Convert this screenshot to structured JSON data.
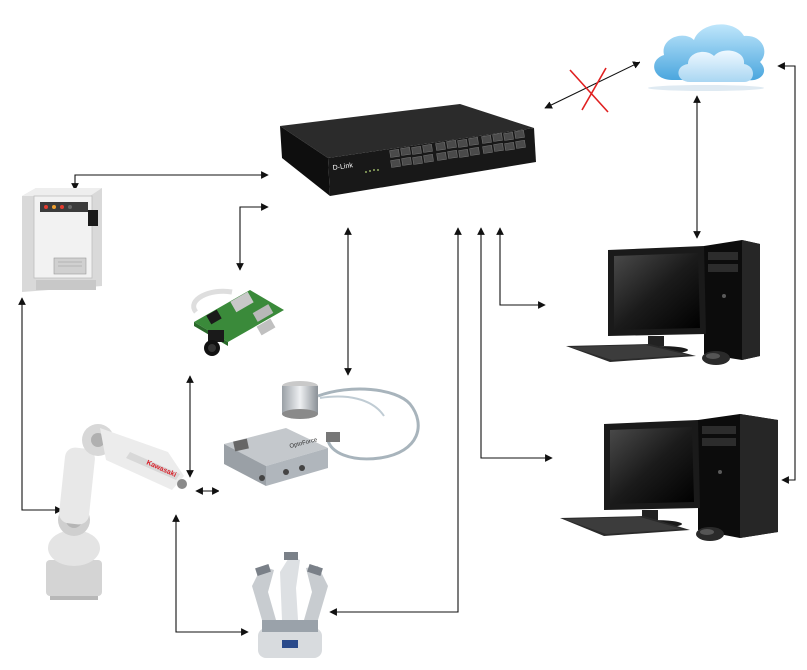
{
  "diagram": {
    "nodes": [
      {
        "id": "switch",
        "icon": "network-switch-icon"
      },
      {
        "id": "cloud",
        "icon": "cloud-icon"
      },
      {
        "id": "controller",
        "icon": "robot-controller-icon"
      },
      {
        "id": "raspberry",
        "icon": "raspberry-pi-camera-icon"
      },
      {
        "id": "force-sensor",
        "icon": "force-torque-sensor-icon"
      },
      {
        "id": "robot-arm",
        "icon": "industrial-robot-arm-icon"
      },
      {
        "id": "gripper",
        "icon": "robotic-gripper-icon"
      },
      {
        "id": "pc-top",
        "icon": "desktop-computer-icon"
      },
      {
        "id": "pc-bottom",
        "icon": "desktop-computer-icon"
      }
    ],
    "connections": [
      {
        "from": "switch",
        "to": "cloud",
        "status": "disconnected",
        "marker": "red-x-icon"
      },
      {
        "from": "switch",
        "to": "controller"
      },
      {
        "from": "switch",
        "to": "raspberry"
      },
      {
        "from": "switch",
        "to": "force-sensor"
      },
      {
        "from": "switch",
        "to": "pc-top"
      },
      {
        "from": "switch",
        "to": "pc-bottom"
      },
      {
        "from": "switch",
        "to": "gripper"
      },
      {
        "from": "cloud",
        "to": "pc-top"
      },
      {
        "from": "cloud",
        "to": "pc-bottom"
      },
      {
        "from": "controller",
        "to": "robot-arm"
      },
      {
        "from": "robot-arm",
        "to": "force-sensor"
      },
      {
        "from": "robot-arm",
        "to": "gripper"
      }
    ]
  },
  "labels": {
    "switch_brand": "D-Link",
    "robot_brand": "Kawasaki",
    "sensor_brand": "OptoForce"
  },
  "colors": {
    "arrow": "#111111",
    "disconnect_mark": "#e02020",
    "cloud": "#7cc4ee",
    "device_dark": "#1c1c1c"
  }
}
